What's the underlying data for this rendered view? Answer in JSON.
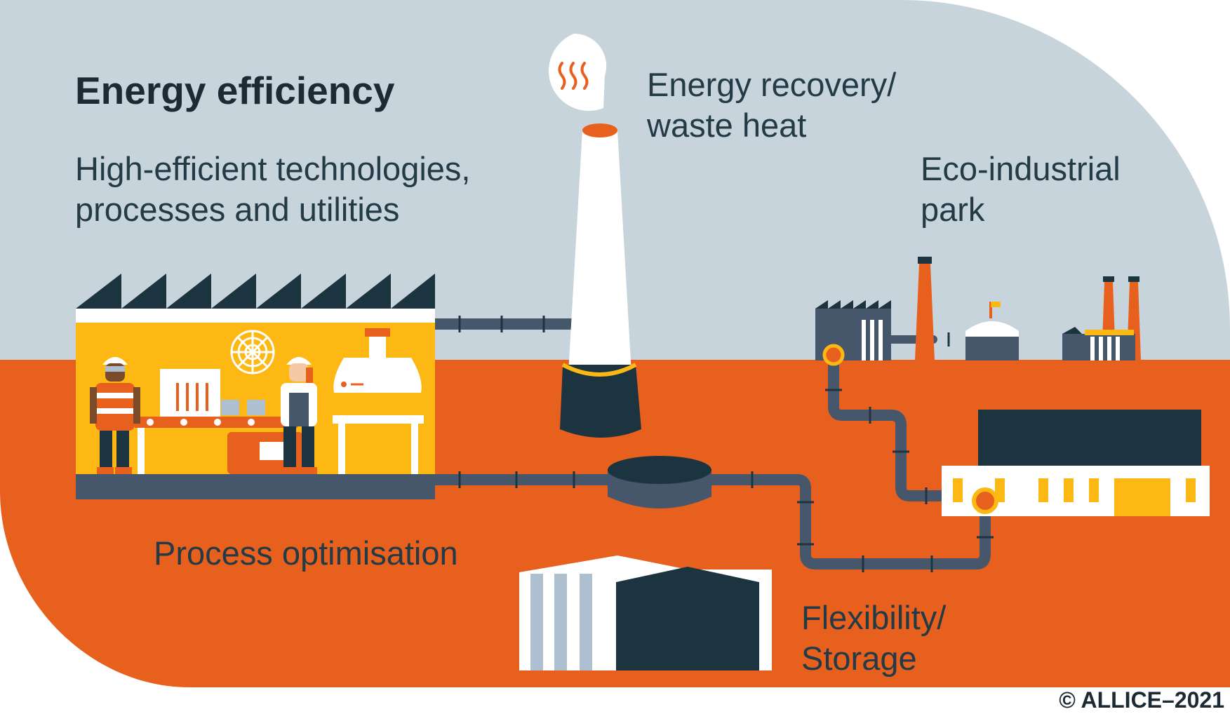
{
  "title": "Energy efficiency",
  "labels": {
    "high_efficient_1": "High-efficient technologies,",
    "high_efficient_2": "processes and utilities",
    "energy_recovery_1": "Energy recovery/",
    "energy_recovery_2": "waste heat",
    "eco_park_1": "Eco-industrial",
    "eco_park_2": "park",
    "process_optimisation": "Process optimisation",
    "flexibility_1": "Flexibility/",
    "flexibility_2": "Storage"
  },
  "credit": "© ALLICE–2021",
  "colors": {
    "sky": "#c8d4dc",
    "ground": "#e8601e",
    "dark": "#1c3440",
    "pipe": "#46576b",
    "yellow": "#fdb813",
    "white": "#ffffff",
    "stripe": "#aec0cf",
    "text": "#233a47"
  },
  "icons": [
    "heat-wave-icon",
    "fan-icon",
    "worker-icon"
  ]
}
